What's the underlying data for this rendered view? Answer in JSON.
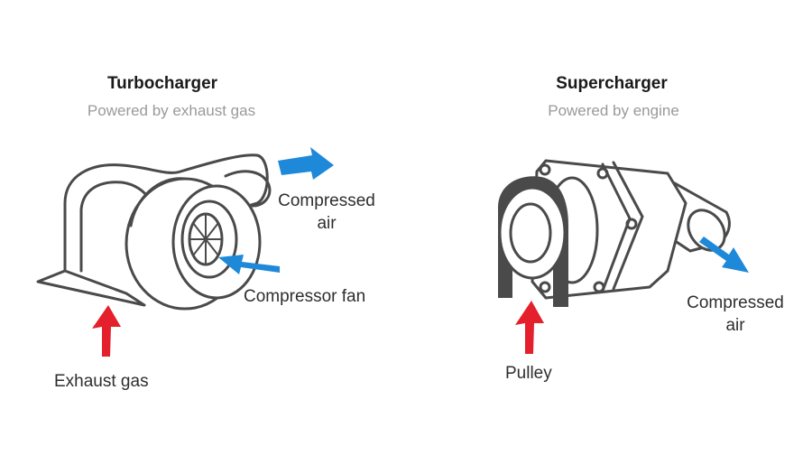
{
  "colors": {
    "stroke": "#4a4a4a",
    "blue_arrow": "#1e88d9",
    "red_arrow": "#e3202b",
    "pulley_belt": "#4a4a4a"
  },
  "turbo": {
    "title": "Turbocharger",
    "subtitle": "Powered by exhaust gas",
    "label_compressed_line1": "Compressed",
    "label_compressed_line2": "air",
    "label_fan": "Compressor fan",
    "label_exhaust": "Exhaust gas"
  },
  "super": {
    "title": "Supercharger",
    "subtitle": "Powered by engine",
    "label_compressed_line1": "Compressed",
    "label_compressed_line2": "air",
    "label_pulley": "Pulley"
  },
  "icons": {
    "blue_arrow": "arrow-blue-icon",
    "red_arrow": "arrow-red-icon"
  }
}
